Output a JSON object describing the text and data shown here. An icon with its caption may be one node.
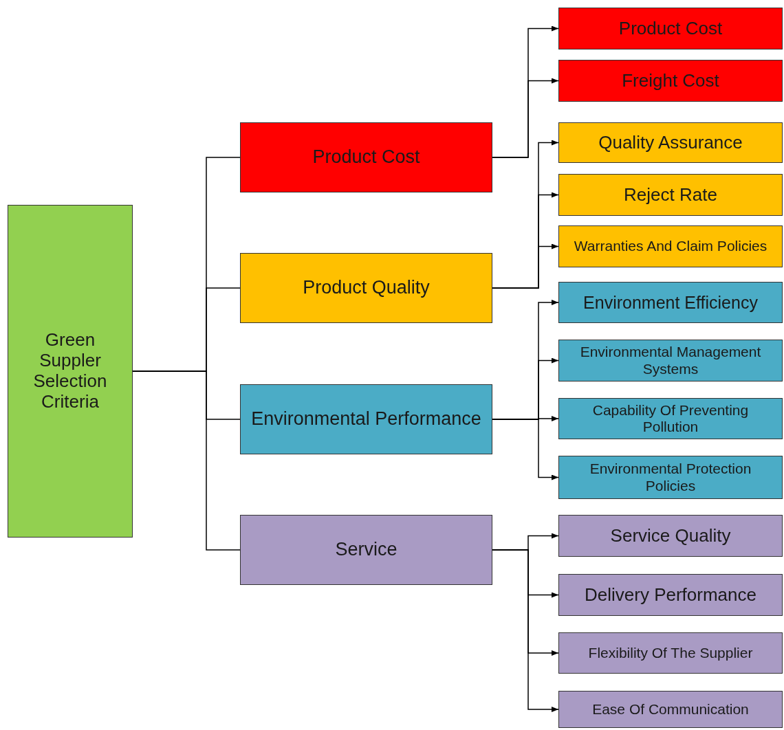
{
  "diagram": {
    "nodes": [
      {
        "text": [
          "Green Suppler Selection Criteria"
        ]
      },
      {
        "text": [
          "Product Cost"
        ]
      },
      {
        "text": [
          "Product Quality"
        ]
      },
      {
        "text": [
          "Environmental Performance"
        ]
      },
      {
        "text": [
          "Service"
        ]
      },
      {
        "text": [
          "Product Cost"
        ]
      },
      {
        "text": [
          "Freight Cost"
        ]
      },
      {
        "text": [
          "Quality Assurance"
        ]
      },
      {
        "text": [
          "Reject Rate"
        ]
      },
      {
        "text": [
          "Warranties And Claim Policies"
        ]
      },
      {
        "text": [
          "Environment Efficiency"
        ]
      },
      {
        "text": [
          "Environmental Management Systems"
        ]
      },
      {
        "text": [
          "Capability Of Preventing Pollution"
        ]
      },
      {
        "text": [
          "Environmental Protection Policies"
        ]
      },
      {
        "text": [
          "Service Quality"
        ]
      },
      {
        "text": [
          "Delivery Performance"
        ]
      },
      {
        "text": [
          "Flexibility Of The Supplier"
        ]
      },
      {
        "text": [
          "Ease Of Communication"
        ]
      }
    ],
    "edges": [
      {
        "from": 0,
        "to": 1,
        "arrow": "none"
      },
      {
        "from": 0,
        "to": 2,
        "arrow": "none"
      },
      {
        "from": 0,
        "to": 3,
        "arrow": "none"
      },
      {
        "from": 0,
        "to": 4,
        "arrow": "none"
      },
      {
        "from": 1,
        "to": 5,
        "arrow": "to"
      },
      {
        "from": 1,
        "to": 6,
        "arrow": "to"
      },
      {
        "from": 2,
        "to": 7,
        "arrow": "to"
      },
      {
        "from": 2,
        "to": 8,
        "arrow": "to"
      },
      {
        "from": 2,
        "to": 9,
        "arrow": "to"
      },
      {
        "from": 3,
        "to": 10,
        "arrow": "to"
      },
      {
        "from": 3,
        "to": 11,
        "arrow": "to"
      },
      {
        "from": 3,
        "to": 12,
        "arrow": "to"
      },
      {
        "from": 3,
        "to": 13,
        "arrow": "to"
      },
      {
        "from": 4,
        "to": 14,
        "arrow": "to"
      },
      {
        "from": 4,
        "to": 15,
        "arrow": "to"
      },
      {
        "from": 4,
        "to": 16,
        "arrow": "to"
      },
      {
        "from": 4,
        "to": 17,
        "arrow": "to"
      }
    ]
  }
}
